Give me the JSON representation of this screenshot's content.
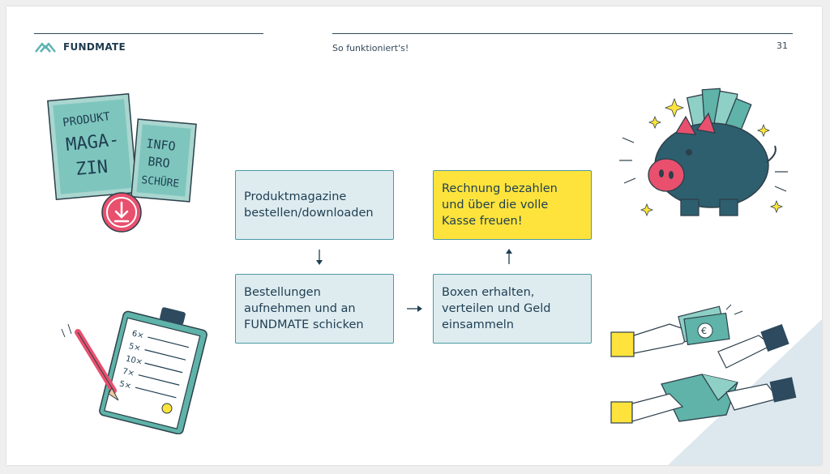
{
  "header": {
    "brand": "FUNDMATE",
    "title": "So funktioniert's!",
    "page_number": "31"
  },
  "steps": {
    "step1": "Produktmagazine bestellen/downloaden",
    "step2": "Bestellungen aufnehmen und an FUNDMATE schicken",
    "step3": "Boxen erhalten, verteilen und Geld einsammeln",
    "step4": "Rechnung bezahlen und über die volle Kasse freuen!"
  },
  "illustrations": {
    "magazine_word1": "PRODUKT",
    "magazine_word2": "MAGA-",
    "magazine_word3": "ZIN",
    "brochure_word1": "INFO",
    "brochure_word2": "BRO",
    "brochure_word3": "SCHÜRE",
    "list_qty": [
      "6×",
      "5×",
      "10×",
      "7×",
      "5×"
    ]
  },
  "colors": {
    "accent_teal": "#4a9aa0",
    "box_fill": "#deecf0",
    "highlight_yellow": "#fde33b",
    "text_dark": "#1f3e52",
    "pink": "#e8506e"
  }
}
